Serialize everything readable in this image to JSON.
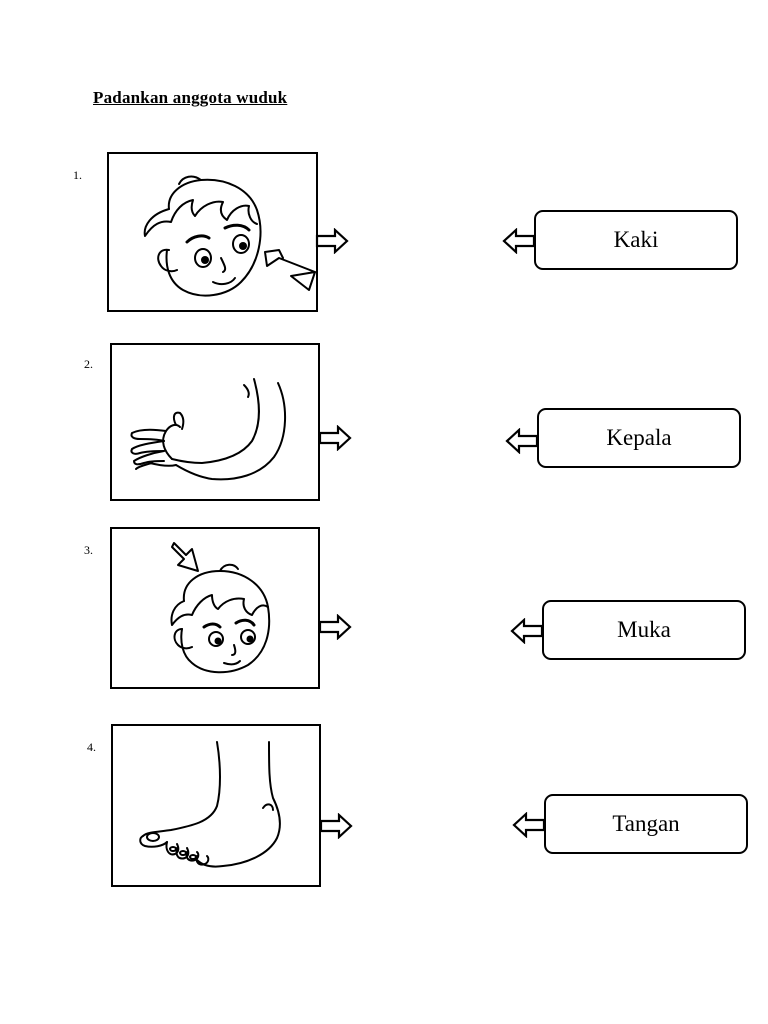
{
  "title": "Padankan anggota wuduk",
  "items": [
    {
      "number": "1.",
      "picture": "face-with-arrow-icon"
    },
    {
      "number": "2.",
      "picture": "arm-icon"
    },
    {
      "number": "3.",
      "picture": "head-with-arrow-icon"
    },
    {
      "number": "4.",
      "picture": "foot-icon"
    }
  ],
  "words": [
    "Kaki",
    "Kepala",
    "Muka",
    "Tangan"
  ]
}
